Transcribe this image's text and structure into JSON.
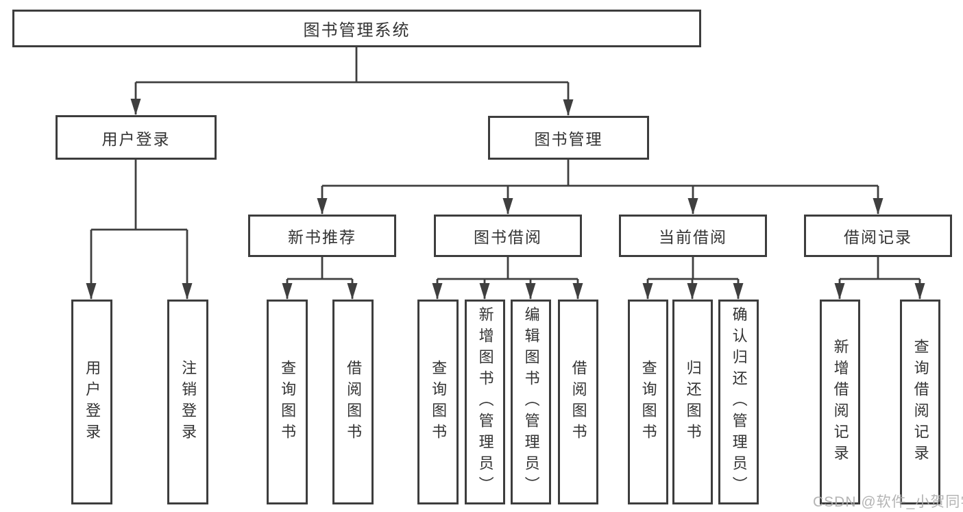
{
  "colors": {
    "line": "#3f3f3f",
    "box_border": "#3d3d3d",
    "text": "#333333",
    "background": "#ffffff",
    "watermark": "#acacac"
  },
  "diagram": {
    "type": "hierarchy-tree",
    "root": {
      "label": "图书管理系统"
    },
    "branches": [
      {
        "label": "用户登录",
        "children": [
          {
            "label": "用户登录"
          },
          {
            "label": "注销登录"
          }
        ]
      },
      {
        "label": "图书管理",
        "children": [
          {
            "label": "新书推荐",
            "children": [
              {
                "label": "查询图书"
              },
              {
                "label": "借阅图书"
              }
            ]
          },
          {
            "label": "图书借阅",
            "children": [
              {
                "label": "查询图书"
              },
              {
                "label": "新增图书（管理员）"
              },
              {
                "label": "编辑图书（管理员）"
              },
              {
                "label": "借阅图书"
              }
            ]
          },
          {
            "label": "当前借阅",
            "children": [
              {
                "label": "查询图书"
              },
              {
                "label": "归还图书"
              },
              {
                "label": "确认归还（管理员）"
              }
            ]
          },
          {
            "label": "借阅记录",
            "children": [
              {
                "label": "新增借阅记录"
              },
              {
                "label": "查询借阅记录"
              }
            ]
          }
        ]
      }
    ]
  },
  "watermark": {
    "text": "CSDN @软件_小贺同学"
  }
}
